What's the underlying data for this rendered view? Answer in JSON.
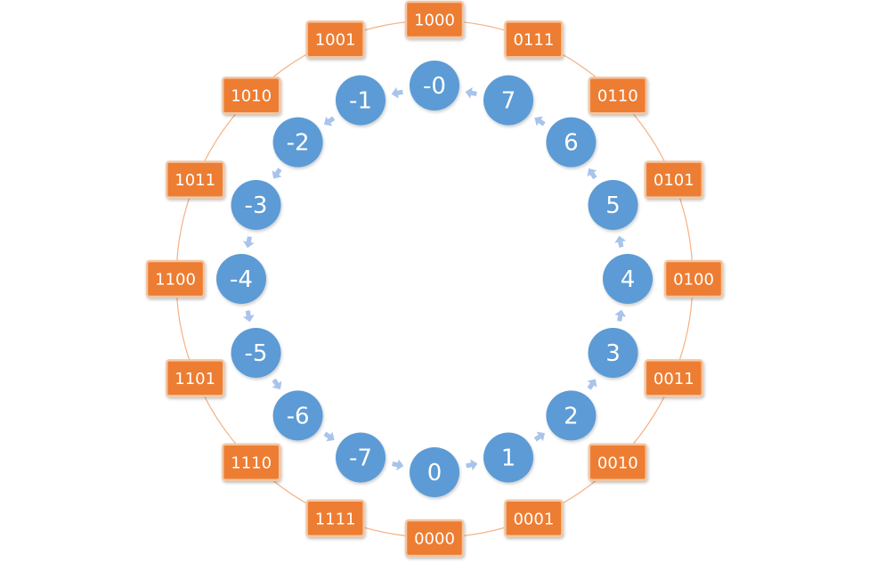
{
  "colors": {
    "binary_box_fill": "#ed7d31",
    "value_node_fill": "#5b9bd5",
    "outer_ring": "#f4b183",
    "arrow": "#a9c4eb"
  },
  "binary_codes": [
    "0000",
    "0001",
    "0010",
    "0011",
    "0100",
    "0101",
    "0110",
    "0111",
    "1000",
    "1001",
    "1010",
    "1011",
    "1100",
    "1101",
    "1110",
    "1111"
  ],
  "values": [
    "0",
    "1",
    "2",
    "3",
    "4",
    "5",
    "6",
    "7",
    "-0",
    "-1",
    "-2",
    "-3",
    "-4",
    "-5",
    "-6",
    "-7"
  ]
}
